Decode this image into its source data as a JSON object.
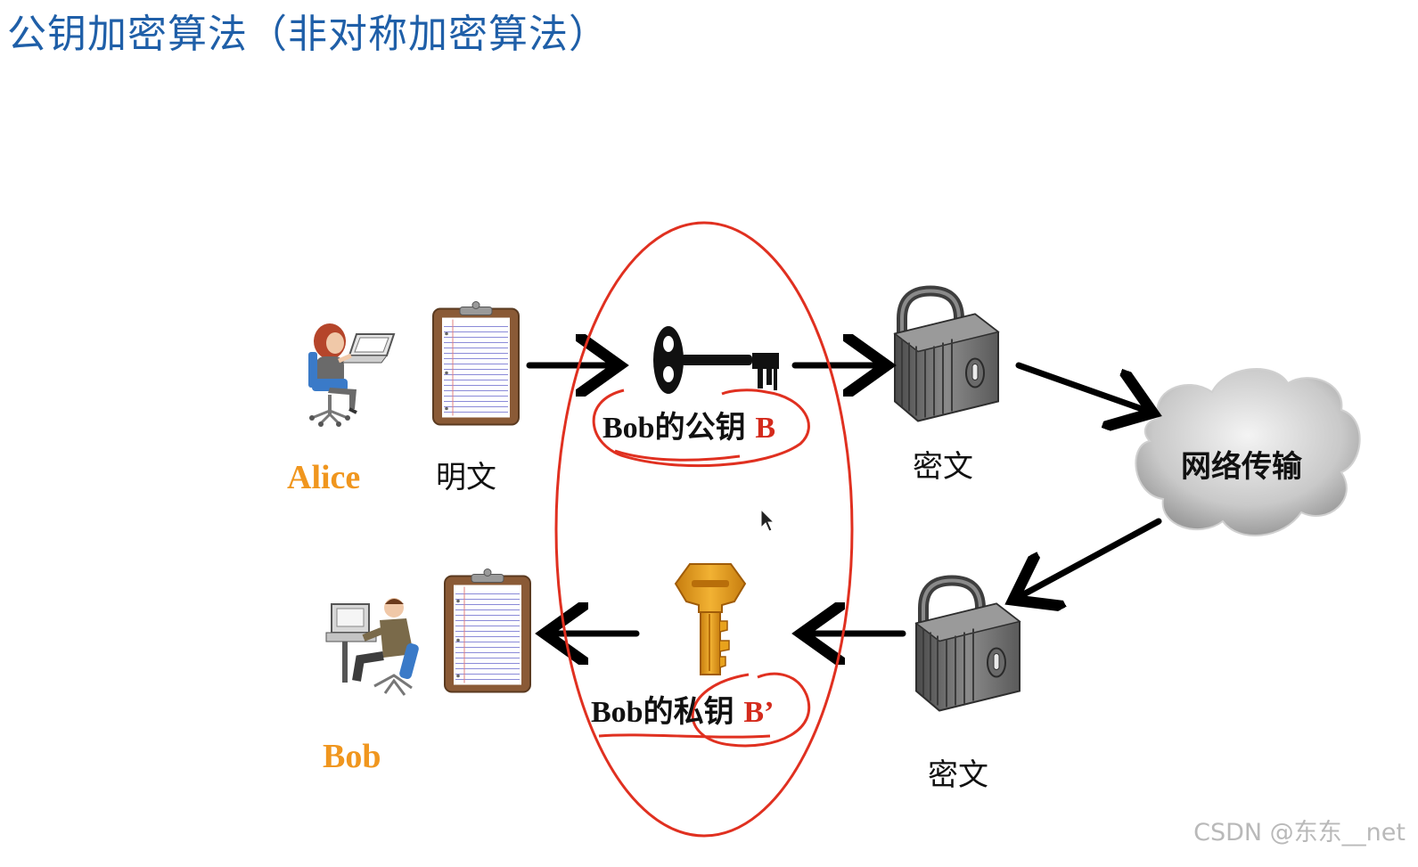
{
  "slide": {
    "title": "公钥加密算法（非对称加密算法）"
  },
  "actors": {
    "alice": "Alice",
    "bob": "Bob"
  },
  "nodes": {
    "plaintext_top": "明文",
    "ciphertext_top": "密文",
    "network": "网络传输",
    "ciphertext_bottom": "密文"
  },
  "keys": {
    "public_prefix": "Bob的公钥",
    "public_letter": "B",
    "private_prefix": "Bob的私钥",
    "private_letter": "B’"
  },
  "watermark": "CSDN @东东__net",
  "colors": {
    "title": "#1f5fa8",
    "actor_name": "#f0961e",
    "annotation_red": "#e03020",
    "key_letter": "#d42a1c",
    "gold_key": "#e8a21c",
    "clipboard": "#8a5a36",
    "lock_body": "#6e6e6e"
  },
  "icons": [
    "alice-person-icon",
    "bob-person-icon",
    "clipboard-icon",
    "black-key-icon",
    "gold-key-icon",
    "padlock-icon",
    "cloud-icon",
    "arrow-icon",
    "cursor-icon"
  ]
}
